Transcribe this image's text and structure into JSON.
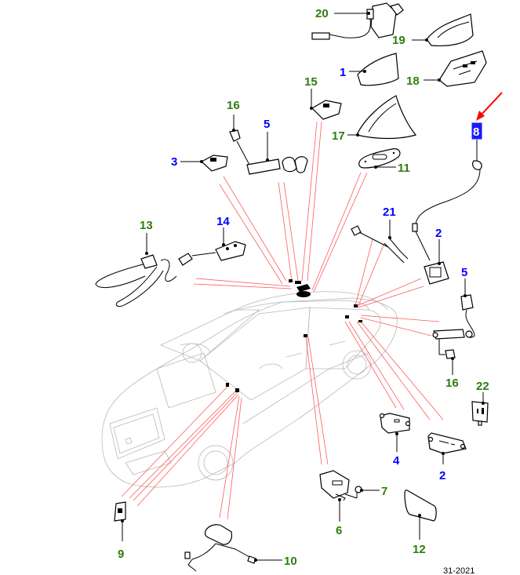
{
  "diagram": {
    "title": "Vehicle antenna and telematics component locator",
    "reference_code": "31-2021",
    "colors": {
      "callout_blue": "#0000ff",
      "callout_green": "#2e7d0e",
      "leader_red": "#ff5a5a",
      "highlight_arrow": "#ff0000",
      "highlight_box": "#1a1aff"
    },
    "callouts": [
      {
        "id": "20",
        "label": "20",
        "color": "green"
      },
      {
        "id": "19",
        "label": "19",
        "color": "green"
      },
      {
        "id": "1",
        "label": "1",
        "color": "blue"
      },
      {
        "id": "18",
        "label": "18",
        "color": "green"
      },
      {
        "id": "15",
        "label": "15",
        "color": "green"
      },
      {
        "id": "16a",
        "label": "16",
        "color": "green"
      },
      {
        "id": "5a",
        "label": "5",
        "color": "blue"
      },
      {
        "id": "3",
        "label": "3",
        "color": "blue"
      },
      {
        "id": "17",
        "label": "17",
        "color": "green"
      },
      {
        "id": "11",
        "label": "11",
        "color": "green"
      },
      {
        "id": "8",
        "label": "8",
        "color": "blue",
        "highlighted": true
      },
      {
        "id": "13",
        "label": "13",
        "color": "green"
      },
      {
        "id": "14",
        "label": "14",
        "color": "blue"
      },
      {
        "id": "21",
        "label": "21",
        "color": "blue"
      },
      {
        "id": "2a",
        "label": "2",
        "color": "blue"
      },
      {
        "id": "5b",
        "label": "5",
        "color": "blue"
      },
      {
        "id": "16b",
        "label": "16",
        "color": "green"
      },
      {
        "id": "22",
        "label": "22",
        "color": "green"
      },
      {
        "id": "4",
        "label": "4",
        "color": "blue"
      },
      {
        "id": "2b",
        "label": "2",
        "color": "blue"
      },
      {
        "id": "7",
        "label": "7",
        "color": "green"
      },
      {
        "id": "6",
        "label": "6",
        "color": "green"
      },
      {
        "id": "12",
        "label": "12",
        "color": "green"
      },
      {
        "id": "9",
        "label": "9",
        "color": "green"
      },
      {
        "id": "10",
        "label": "10",
        "color": "green"
      }
    ]
  }
}
